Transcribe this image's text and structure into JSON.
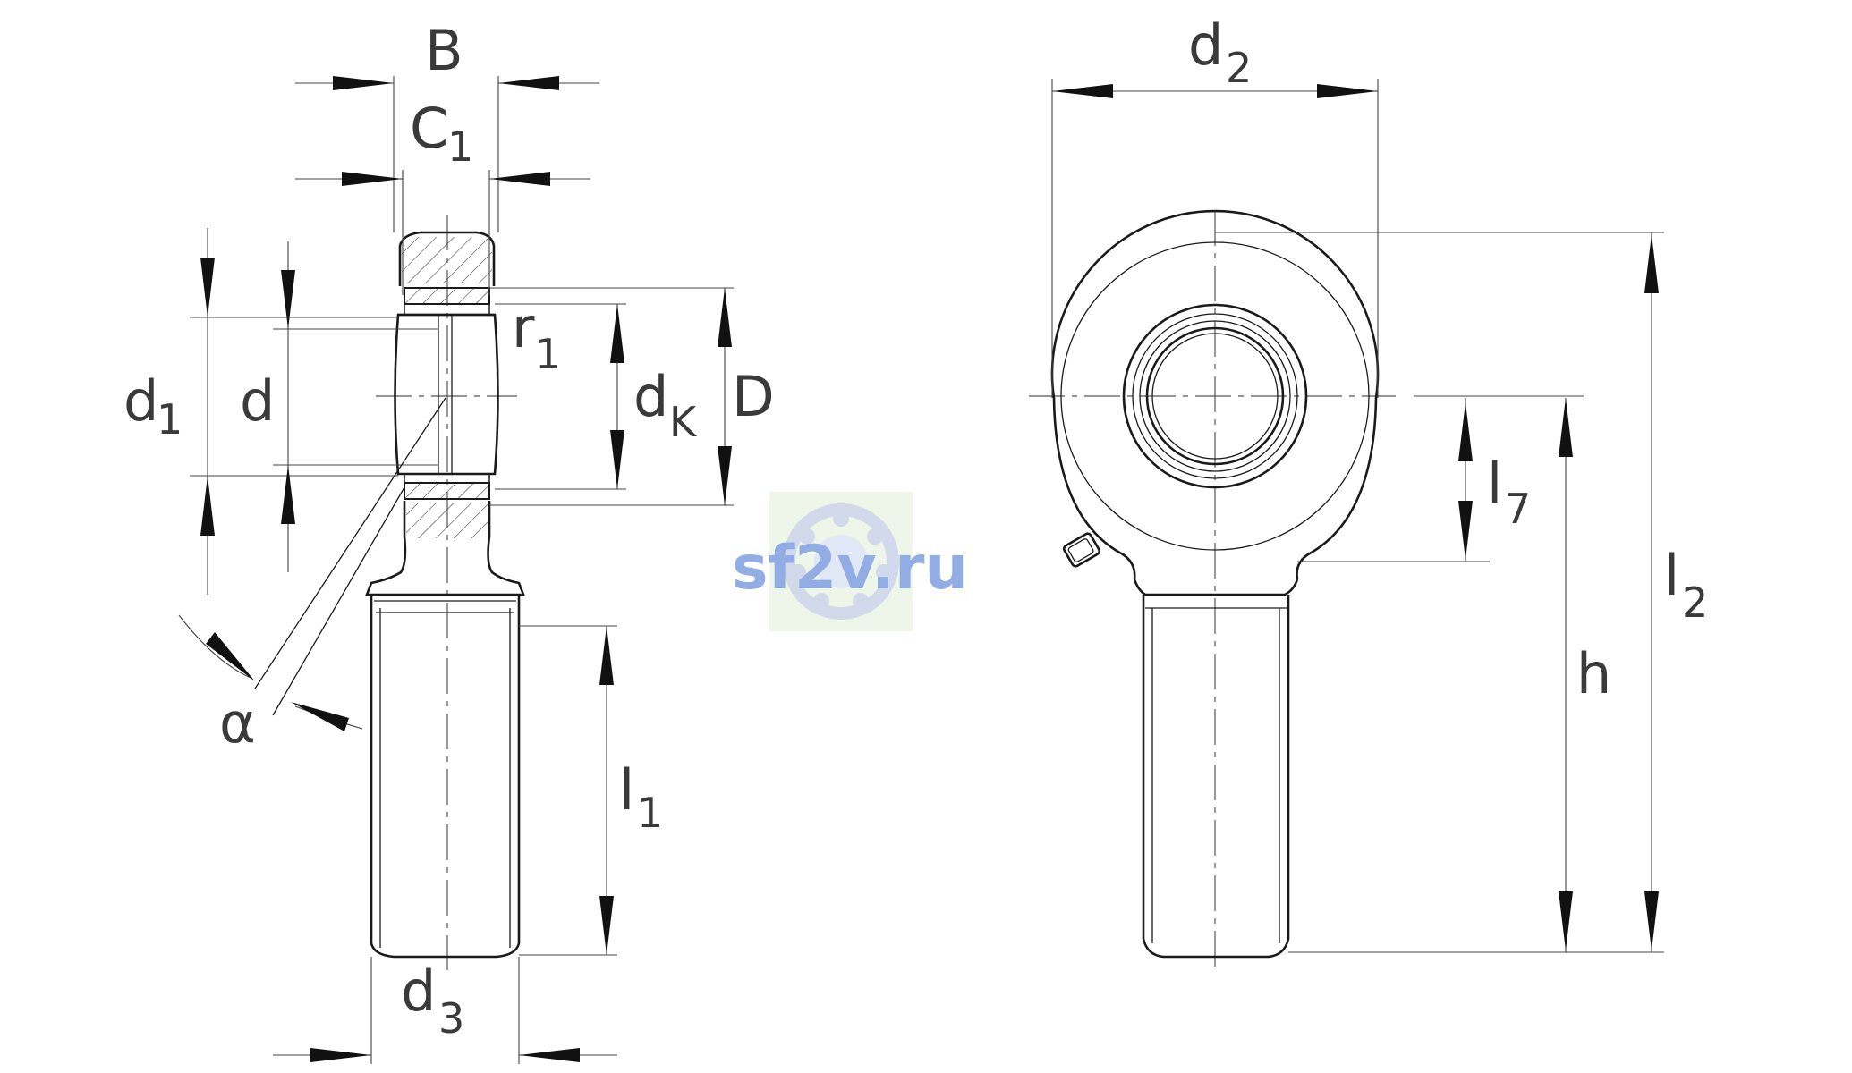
{
  "labels": {
    "B": "B",
    "C1": "C",
    "C1_sub": "1",
    "d1": "d",
    "d1_sub": "1",
    "d": "d",
    "r1": "r",
    "r1_sub": "1",
    "dK": "d",
    "dK_sub": "K",
    "D": "D",
    "alpha": "α",
    "l1": "l",
    "l1_sub": "1",
    "d3": "d",
    "d3_sub": "3",
    "d2": "d",
    "d2_sub": "2",
    "l7": "l",
    "l7_sub": "7",
    "h": "h",
    "l2": "l",
    "l2_sub": "2"
  },
  "watermark": {
    "text": "sf2v.ru",
    "color": "#7f9fe0"
  }
}
